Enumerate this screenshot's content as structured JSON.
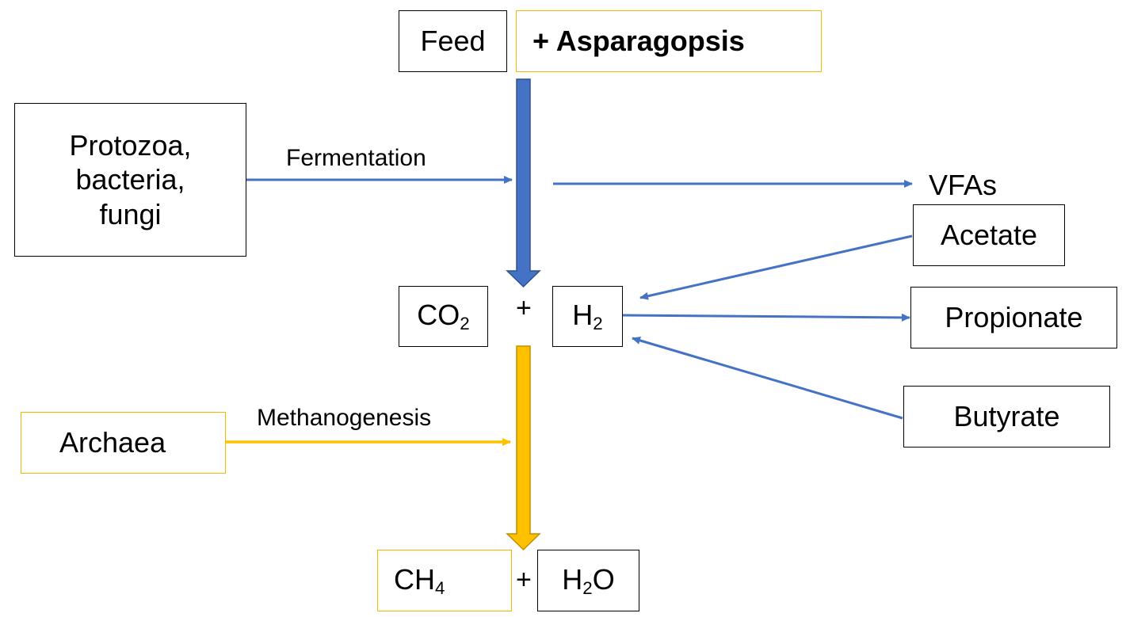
{
  "nodes": {
    "feed": "Feed",
    "asparagopsis": "+ Asparagopsis",
    "microbes": "Protozoa,\nbacteria,\nfungi",
    "vfas": "VFAs",
    "acetate": "Acetate",
    "propionate": "Propionate",
    "butyrate": "Butyrate",
    "co2_main": "CO",
    "co2_sub": "2",
    "h2_main": "H",
    "h2_sub": "2",
    "archaea": "Archaea",
    "ch4_main": "CH",
    "ch4_sub": "4",
    "h2o_pre": "H",
    "h2o_sub": "2",
    "h2o_post": "O"
  },
  "operators": {
    "plus_top": "+",
    "plus_bottom": "+"
  },
  "processes": {
    "fermentation": "Fermentation",
    "methanogenesis": "Methanogenesis"
  },
  "colors": {
    "blue_arrow": "#4472c4",
    "gold": "#ffc000",
    "gold_border": "#f2b600",
    "green_arrow": "#8fbc6c"
  }
}
